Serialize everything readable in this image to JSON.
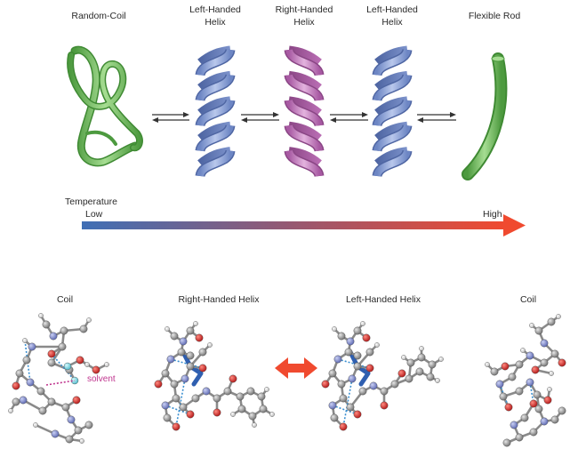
{
  "top_row": {
    "states": [
      {
        "line1": "Random-Coil",
        "line2": ""
      },
      {
        "line1": "Left-Handed",
        "line2": "Helix"
      },
      {
        "line1": "Right-Handed",
        "line2": "Helix"
      },
      {
        "line1": "Left-Handed",
        "line2": "Helix"
      },
      {
        "line1": "Flexible Rod",
        "line2": ""
      }
    ]
  },
  "temperature": {
    "label": "Temperature",
    "low": "Low",
    "high": "High"
  },
  "bottom_row": {
    "panels": [
      {
        "title": "Coil"
      },
      {
        "title": "Right-Handed Helix"
      },
      {
        "title": "Left-Handed Helix"
      },
      {
        "title": "Coil"
      }
    ],
    "solvent_label": "solvent"
  },
  "colors": {
    "coil_green": "#6cc05a",
    "helix_blue": "#8fa6d8",
    "helix_pink": "#c77cc0",
    "gradient_start": "#3f6fb5",
    "gradient_end": "#f04a2f",
    "bond_gray": "#8a8a8a",
    "oxygen_red": "#d0282a",
    "nitrogen_blue": "#7a86c8",
    "hbond_blue": "#3a8fd0",
    "solvent_magenta": "#c0368f"
  }
}
